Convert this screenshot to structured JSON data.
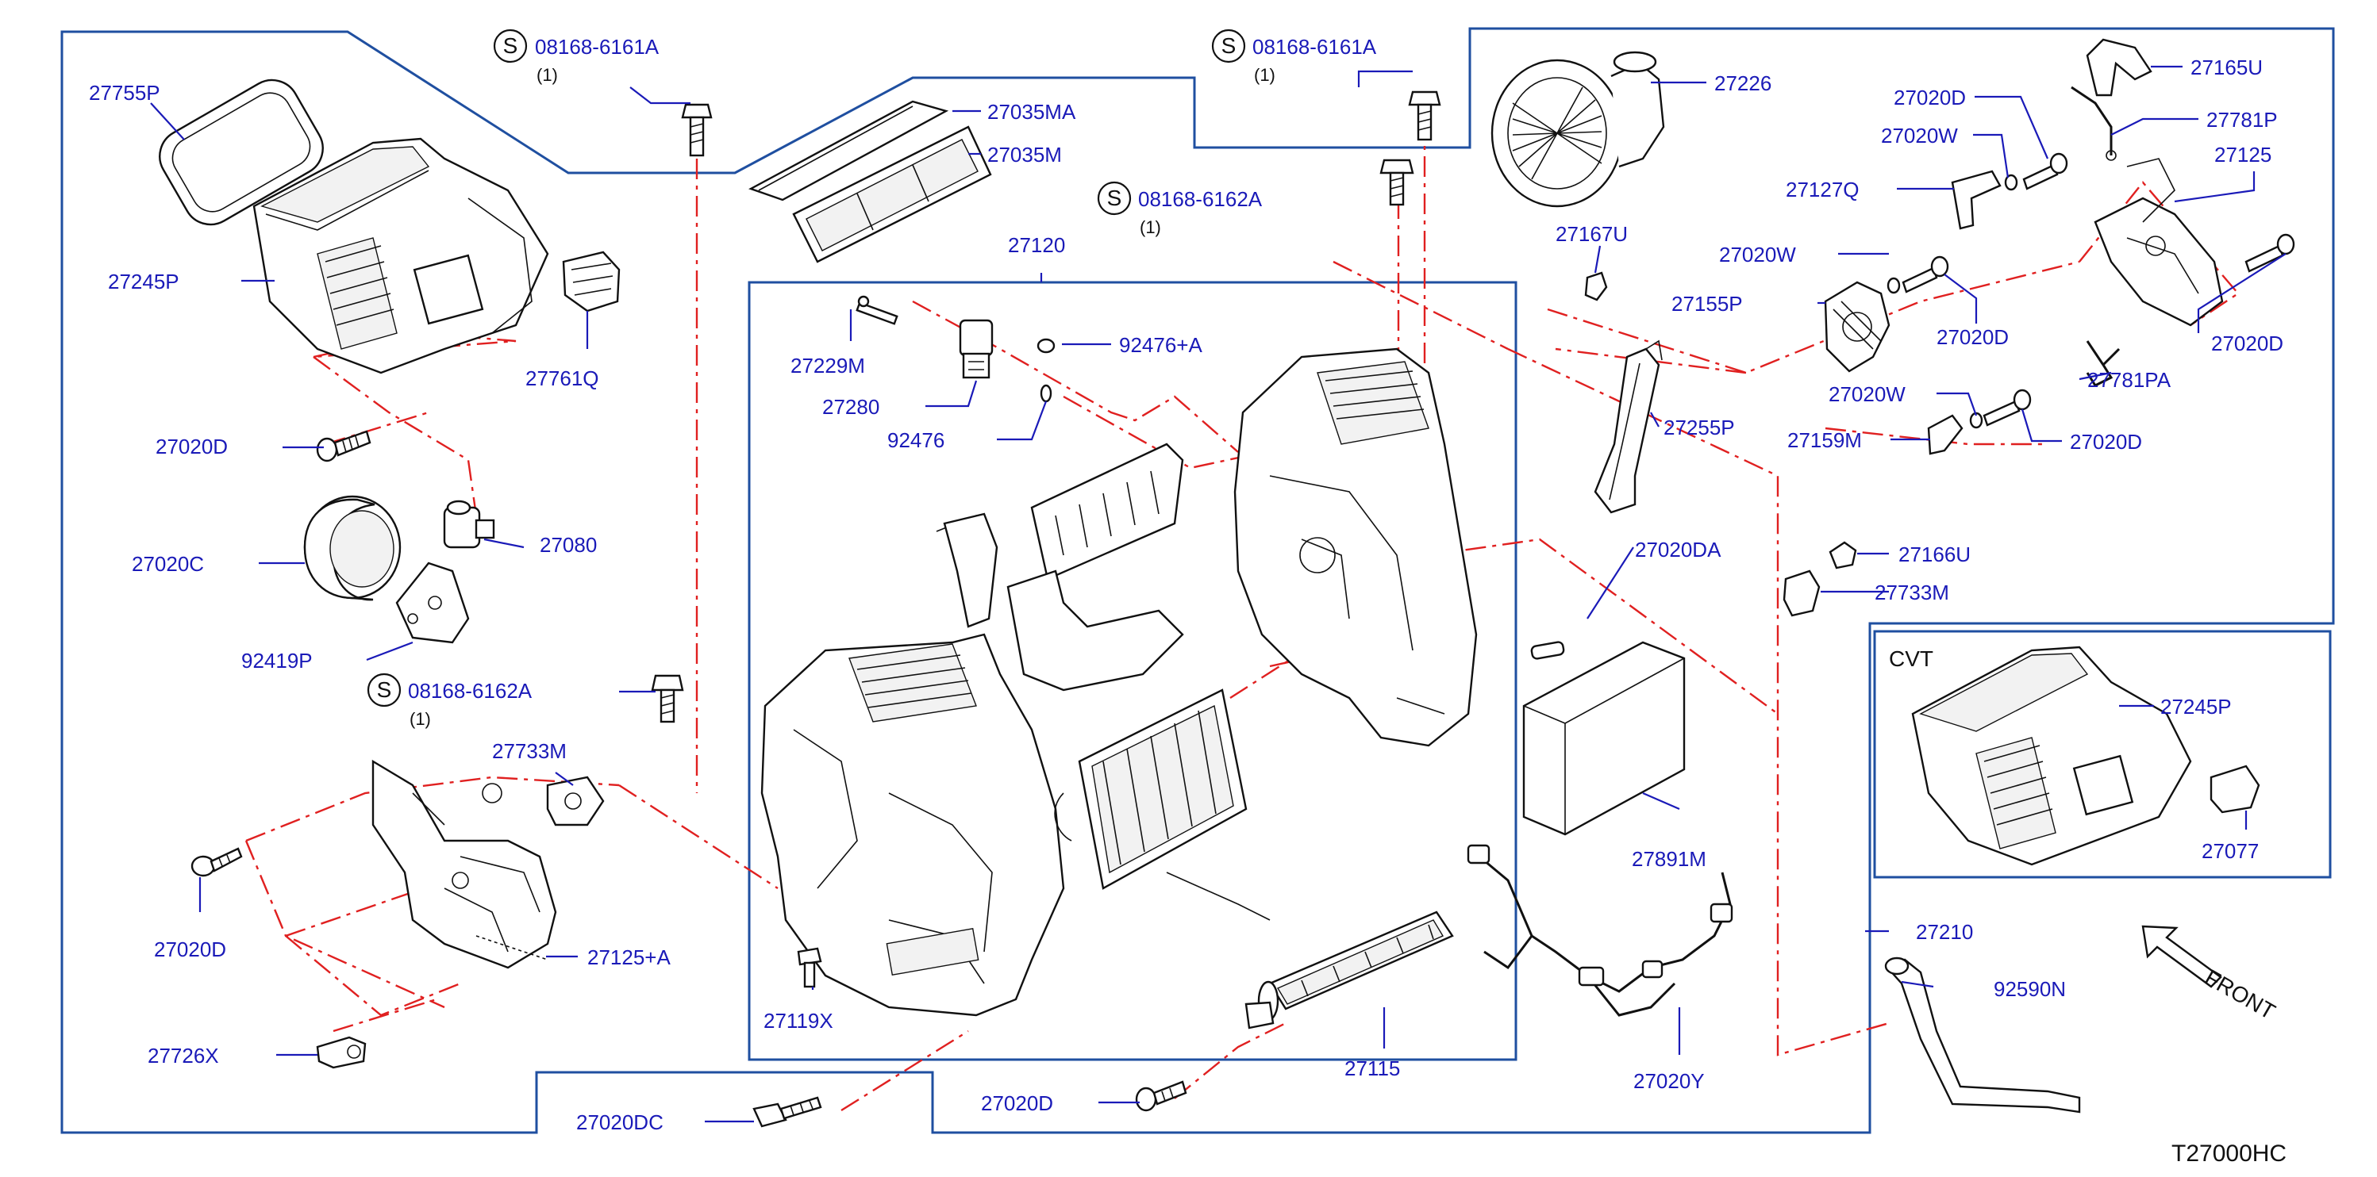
{
  "diagram": {
    "drawing_code": "T27000HC",
    "front_label": "FRONT",
    "cvt_label": "CVT",
    "colors": {
      "label": "#1a1ab8",
      "frame": "#1f4fa0",
      "dash": "#e02020",
      "part": "#111111"
    },
    "screws": [
      {
        "symbol": "S",
        "part": "08168-6161A",
        "qty": "(1)"
      },
      {
        "symbol": "S",
        "part": "08168-6161A",
        "qty": "(1)"
      },
      {
        "symbol": "S",
        "part": "08168-6162A",
        "qty": "(1)"
      },
      {
        "symbol": "S",
        "part": "08168-6162A",
        "qty": "(1)"
      }
    ],
    "labels": {
      "p27755P": "27755P",
      "p27245P_left": "27245P",
      "p27761Q": "27761Q",
      "p27020D_a": "27020D",
      "p27020C": "27020C",
      "p27080": "27080",
      "p92419P": "92419P",
      "p27733M_left": "27733M",
      "p27020D_b": "27020D",
      "p27125A": "27125+A",
      "p27726X": "27726X",
      "p27020DC": "27020DC",
      "p27035MA": "27035MA",
      "p27035M": "27035M",
      "p27120": "27120",
      "p27229M": "27229M",
      "p92476A": "92476+A",
      "p27280": "27280",
      "p92476": "92476",
      "p27119X": "27119X",
      "p27020D_c": "27020D",
      "p27115": "27115",
      "p27226": "27226",
      "p27167U": "27167U",
      "p27255P": "27255P",
      "p27020DA": "27020DA",
      "p27891M": "27891M",
      "p27020Y": "27020Y",
      "p27210": "27210",
      "p92590N": "92590N",
      "p27020D_top": "27020D",
      "p27020W_top": "27020W",
      "p27127Q": "27127Q",
      "p27165U": "27165U",
      "p27781P": "27781P",
      "p27125": "27125",
      "p27020W_mid": "27020W",
      "p27155P": "27155P",
      "p27020D_mid": "27020D",
      "p27020D_right": "27020D",
      "p27020W_low": "27020W",
      "p27781PA": "27781PA",
      "p27159M": "27159M",
      "p27020D_low": "27020D",
      "p27166U": "27166U",
      "p27733M_right": "27733M",
      "p27245P_cvt": "27245P",
      "p27077": "27077"
    }
  }
}
